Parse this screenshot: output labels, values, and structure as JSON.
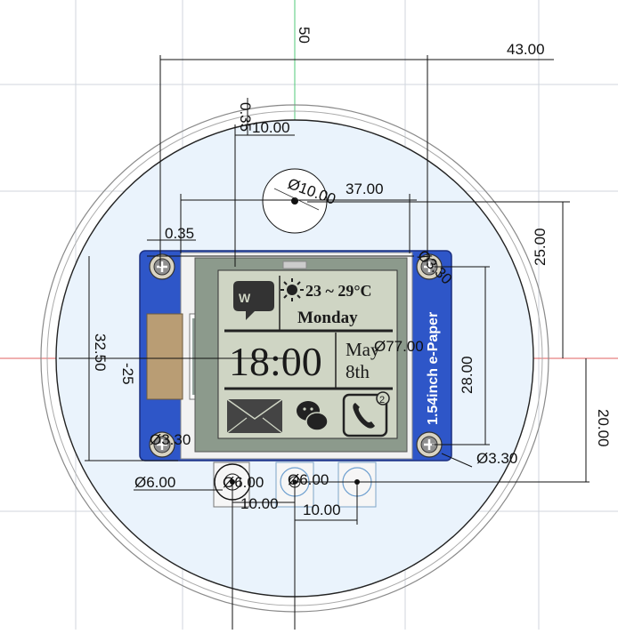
{
  "drawing": {
    "dimensions": {
      "d_50": "50",
      "d_43": "43.00",
      "d_035_top": "0.35",
      "d_10_top": "10.00",
      "d_phi10": "Ø10.00",
      "d_37": "37.00",
      "d_035_left": "0.35",
      "d_25": "25.00",
      "d_3250": "32.50",
      "d_neg25": "-25",
      "d_phi_tr": "Ø3.30",
      "d_phi77": "Ø77.00",
      "d_28": "28.00",
      "d_phi_bl": "Ø3.30",
      "d_phi33": "Ø3.30",
      "d_20": "20.00",
      "d_phi6_left": "Ø6.00",
      "d_phi6_a": "Ø6.00",
      "d_phi6_b": "Ø6.00",
      "d_10_a": "10.00",
      "d_10_b": "10.00"
    },
    "board_label": "1.54inch e-Paper",
    "display": {
      "temp": "23 ~ 29°C",
      "day": "Monday",
      "time": "18:00",
      "month": "May",
      "date": "8th",
      "badge": "2"
    },
    "icons": {
      "logo": "waveshare-logo-icon",
      "sun": "sun-icon",
      "mail": "envelope-icon",
      "chat": "wechat-icon",
      "phone": "phone-icon"
    },
    "colors": {
      "disc_fill": "#eaf3fc",
      "pcb_blue": "#2e56c8",
      "epd_bg": "#cfd5c4",
      "axis_red": "#e06060",
      "axis_green": "#50c878"
    }
  }
}
